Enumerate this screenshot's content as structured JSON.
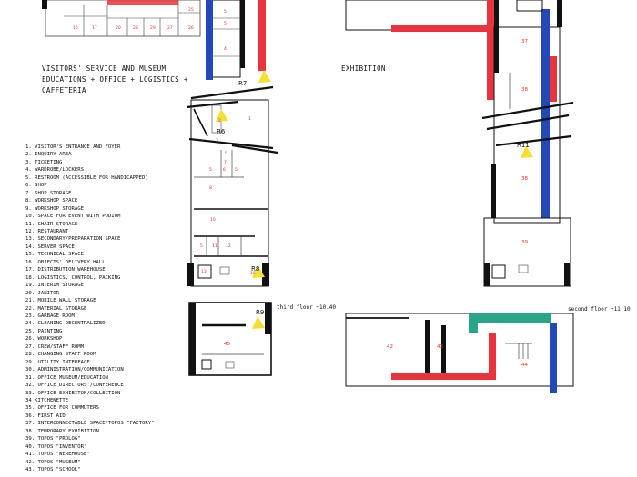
{
  "headings": {
    "visitors": [
      "VISITORS' SERVICE AND MUSEUM",
      "EDUCATIONS + OFFICE + LOGISTICS +",
      "CAFFETERIA"
    ],
    "exhibition": "EXHIBITION",
    "third_floor": "third floor +10.40",
    "second_floor": "second floor +11.10"
  },
  "legend": [
    "1. VISITOR'S ENTRANCE AND FOYER",
    "2. INQUIRY AREA",
    "3. TICKETING",
    "4. WARDROBE/LOCKERS",
    "5. RESTROOM (ACCESSIBLE FOR HANDICAPPED)",
    "6. SHOP",
    "7. SHOP STORAGE",
    "8. WORKSHOP SPACE",
    "9. WORKSHOP STORAGE",
    "10. SPACE FOR EVENT WITH PODIUM",
    "11. CHAIR STORAGE",
    "12. RESTAURANT",
    "13. SECONDARY/PREPARATION SPACE",
    "14. SERVER SPACE",
    "15. TECHNICAL SPACE",
    "16. OBJECTS' DELIVERY HALL",
    "17. DISTRIBUTION WAREHOUSE",
    "18. LOGISTICS, CONTROL, PACKING",
    "19. INTERIM STORAGE",
    "20. JANITOR",
    "21. MOBILE WALL STORAGE",
    "22. MATERIAL STORAGE",
    "23. GARBAGE ROOM",
    "24. CLEANING DECENTRALIZED",
    "25. PAINTING",
    "26. WORKSHOP",
    "27. CREW/STAFF ROMM",
    "28. CHANGING STAFF ROOM",
    "29. UTILITY INTERFACE",
    "30. ADMINISTRATION/COMMUNICATION",
    "31. OFFICE MUSEUM/EDUCATION",
    "32. OFFICE DIRECTORS'/CONFERENCE",
    "33. OFFICE EXHIBITON/COLLECTION",
    "34 KITCHENETTE",
    "35. OFFICE FOR COMMUTERS",
    "36. FIRST AID",
    "37. INTERCONNECTABLE SPACE/TOPOS \"FACTORY\"",
    "38. TEMPORARY EXHIBITION",
    "39. TOPOS \"PROLOG\"",
    "40. TOPOS \"INVENTOR\"",
    "41. TOPOS \"WEREHOUSE\"",
    "42. TOPOS \"MUSEUM\"",
    "43. TOPOS \"SCHOOL\""
  ],
  "view_markers": [
    "R7",
    "R6",
    "R8",
    "R9",
    "R11"
  ],
  "room_numbers": {
    "top_left": [
      "16",
      "17",
      "20",
      "28",
      "29",
      "27",
      "26",
      "25"
    ],
    "column": [
      "5",
      "5",
      "4",
      "2",
      "3",
      "1",
      "5",
      "5",
      "7",
      "5",
      "6",
      "8",
      "10",
      "5",
      "11",
      "12",
      "13",
      "15"
    ],
    "right_plan": [
      "37",
      "38",
      "38",
      "39"
    ],
    "third_floor": [
      "45"
    ],
    "second_floor": [
      "42",
      "43",
      "44"
    ]
  },
  "colors": {
    "red": "#e8343a",
    "blue": "#2348b8",
    "green": "#2aa58a",
    "yellow": "#f3e033",
    "wall": "#111111",
    "room_number": "#d83232"
  }
}
